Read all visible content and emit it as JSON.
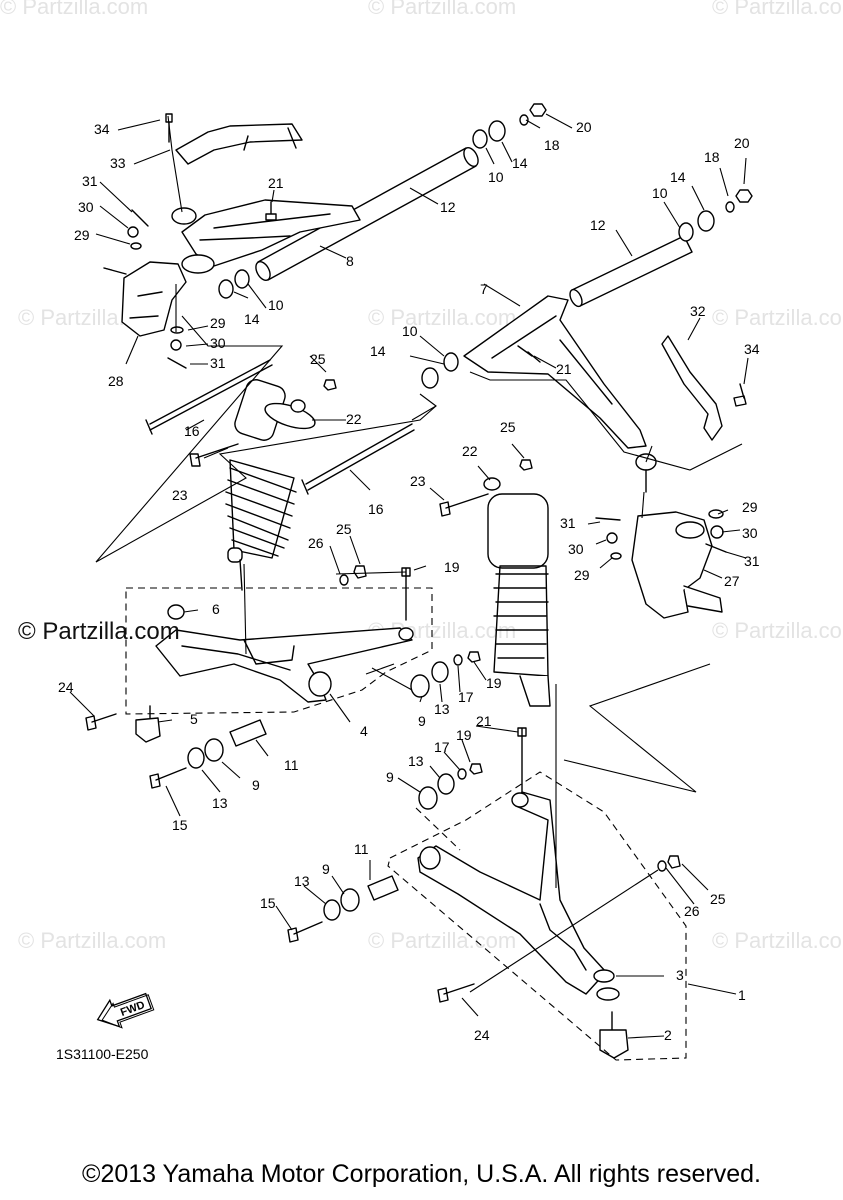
{
  "watermark": "© Partzilla.com",
  "watermark_highlight": "© Partzilla.com",
  "diagram_code": "1S31100-E250",
  "fwd_label": "FWD",
  "copyright": "©2013 Yamaha Motor Corporation, U.S.A. All rights reserved.",
  "callouts": [
    "1",
    "2",
    "3",
    "4",
    "5",
    "6",
    "7",
    "8",
    "9",
    "9",
    "9",
    "9",
    "10",
    "10",
    "10",
    "10",
    "11",
    "11",
    "12",
    "12",
    "13",
    "13",
    "13",
    "13",
    "14",
    "14",
    "14",
    "14",
    "15",
    "15",
    "16",
    "16",
    "17",
    "17",
    "18",
    "18",
    "19",
    "19",
    "20",
    "20",
    "21",
    "21",
    "22",
    "22",
    "23",
    "23",
    "24",
    "24",
    "24",
    "25",
    "25",
    "25",
    "26",
    "26",
    "27",
    "28",
    "29",
    "29",
    "29",
    "29",
    "30",
    "30",
    "30",
    "30",
    "31",
    "31",
    "31",
    "31",
    "32",
    "33",
    "34",
    "34"
  ],
  "colors": {
    "line": "#000000",
    "watermark": "#e3e3e3",
    "background": "#ffffff"
  }
}
